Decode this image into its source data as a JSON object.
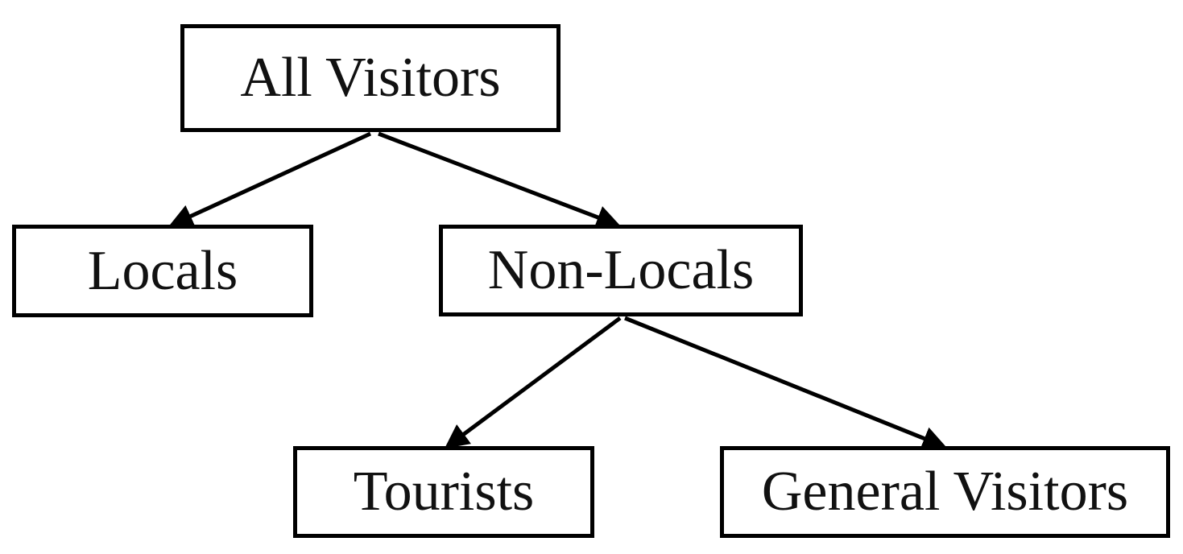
{
  "diagram": {
    "nodes": [
      {
        "id": "all-visitors",
        "label": "All Visitors"
      },
      {
        "id": "locals",
        "label": "Locals"
      },
      {
        "id": "non-locals",
        "label": "Non-Locals"
      },
      {
        "id": "tourists",
        "label": "Tourists"
      },
      {
        "id": "general-visitors",
        "label": "General Visitors"
      }
    ],
    "edges": [
      {
        "from": "all-visitors",
        "to": "locals"
      },
      {
        "from": "all-visitors",
        "to": "non-locals"
      },
      {
        "from": "non-locals",
        "to": "tourists"
      },
      {
        "from": "non-locals",
        "to": "general-visitors"
      }
    ],
    "colors": {
      "stroke": "#000000",
      "background": "#ffffff"
    }
  }
}
